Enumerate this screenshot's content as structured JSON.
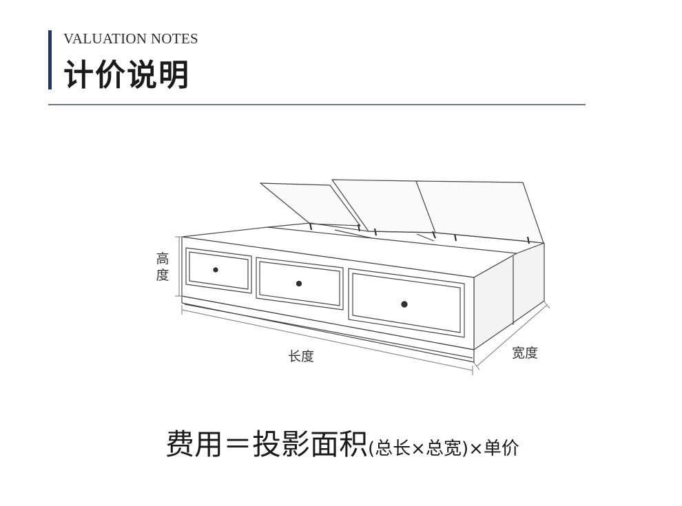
{
  "header": {
    "title_en": "VALUATION NOTES",
    "title_cn": "计价说明"
  },
  "dimensions": {
    "height": "高度",
    "length": "长度",
    "width": "宽度"
  },
  "formula": {
    "main": "费用＝投影面积",
    "paren": "(总长×总宽)",
    "tail": "×单价"
  },
  "colors": {
    "accent": "#27375c",
    "divider": "#6a7384"
  }
}
